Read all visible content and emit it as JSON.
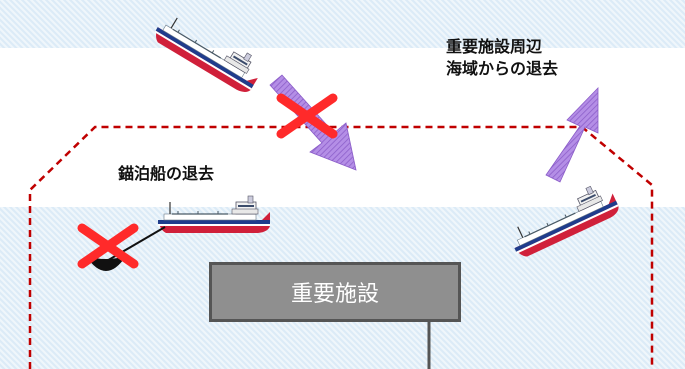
{
  "labels": {
    "anchored_ship_removal": "錨泊船の退去",
    "zone_removal_line1": "重要施設周辺",
    "zone_removal_line2": "海域からの退去",
    "facility": "重要施設"
  },
  "colors": {
    "boundary": "#c00000",
    "cross": "#ff2a2a",
    "arrow": "#a070d8",
    "sea": "#dcebf7",
    "facility_fill": "#8f8f8f",
    "hull_red": "#d0203a",
    "hull_blue": "#1f3c8c"
  },
  "icons": [
    "ship-icon",
    "anchor-buoy-icon",
    "cross-icon",
    "arrow-icon"
  ]
}
